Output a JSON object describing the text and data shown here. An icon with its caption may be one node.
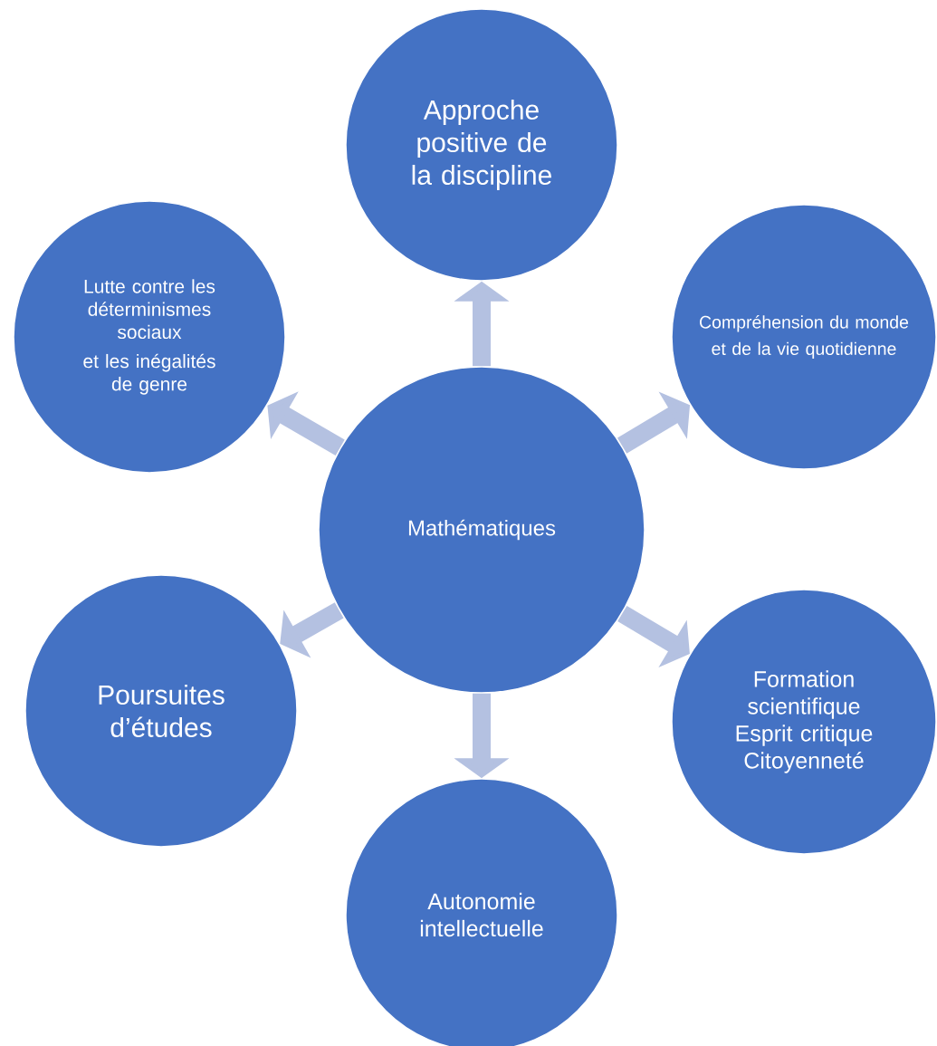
{
  "diagram": {
    "nodes": [
      {
        "text": [
          "Approche positive de la discipline"
        ]
      },
      {
        "text": [
          "Lutte contre les déterminismes sociaux",
          "et les inégalités de genre"
        ]
      },
      {
        "text": [
          "Compréhension du monde",
          "et de la vie quotidienne"
        ]
      },
      {
        "text": [
          "Mathématiques"
        ]
      },
      {
        "text": [
          "Poursuites d’études"
        ]
      },
      {
        "text": [
          "Formation scientifique",
          "Esprit critique",
          "Citoyenneté"
        ]
      },
      {
        "text": [
          "Autonomie intellectuelle"
        ]
      }
    ],
    "edges": [
      {
        "from": 3,
        "to": 0,
        "arrow": "to"
      },
      {
        "from": 3,
        "to": 2,
        "arrow": "to"
      },
      {
        "from": 3,
        "to": 5,
        "arrow": "to"
      },
      {
        "from": 3,
        "to": 6,
        "arrow": "to"
      },
      {
        "from": 3,
        "to": 4,
        "arrow": "to"
      },
      {
        "from": 3,
        "to": 1,
        "arrow": "to"
      }
    ]
  }
}
